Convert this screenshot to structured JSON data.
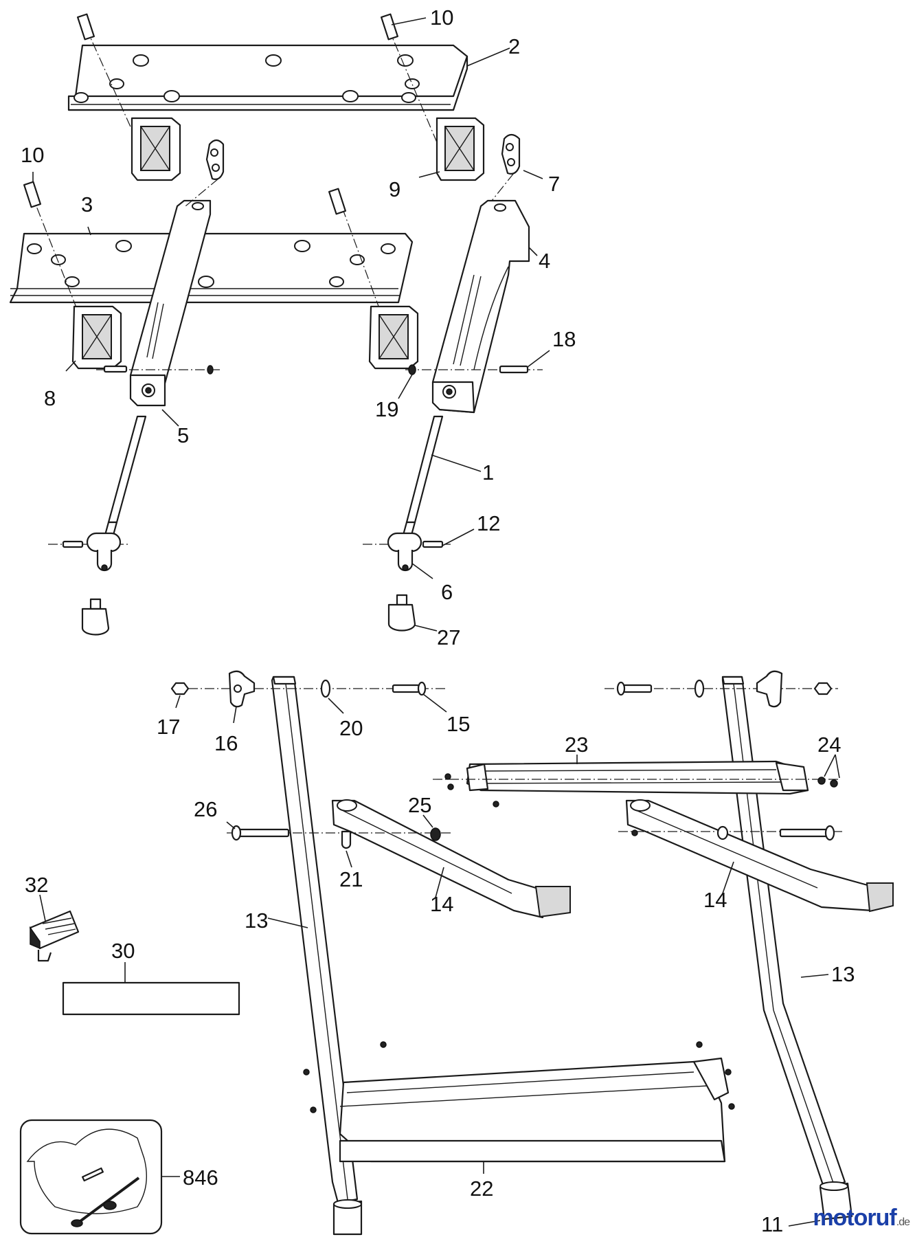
{
  "watermark": {
    "text": "motoruf",
    "suffix": ".de",
    "colors": [
      "#1a3fa8",
      "#2b8a2b",
      "#d48a00",
      "#c81e1e"
    ]
  },
  "callouts": {
    "c1": "1",
    "c2": "2",
    "c3": "3",
    "c4": "4",
    "c5": "5",
    "c6": "6",
    "c7": "7",
    "c8": "8",
    "c9": "9",
    "c10a": "10",
    "c10b": "10",
    "c11": "11",
    "c12": "12",
    "c13a": "13",
    "c13b": "13",
    "c14a": "14",
    "c14b": "14",
    "c15": "15",
    "c16": "16",
    "c17": "17",
    "c18": "18",
    "c19": "19",
    "c20": "20",
    "c21": "21",
    "c22": "22",
    "c23": "23",
    "c24": "24",
    "c25": "25",
    "c26": "26",
    "c27": "27",
    "c30": "30",
    "c32": "32",
    "c846": "846"
  }
}
